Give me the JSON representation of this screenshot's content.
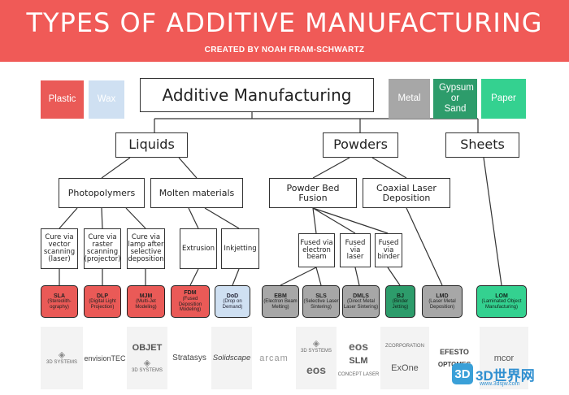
{
  "header": {
    "title": "TYPES OF ADDITIVE MANUFACTURING",
    "subtitle": "CREATED BY NOAH FRAM-SCHWARTZ",
    "background_color": "#f05a57"
  },
  "legend": {
    "plastic": {
      "label": "Plastic",
      "color": "#ea5a57"
    },
    "wax": {
      "label": "Wax",
      "color": "#cfe0f2"
    },
    "metal": {
      "label": "Metal",
      "color": "#a7a7a7"
    },
    "gypsum_sand": {
      "label": "Gypsum or Sand",
      "color": "#2d9c6b"
    },
    "paper": {
      "label": "Paper",
      "color": "#34d190"
    }
  },
  "tree": {
    "root": "Additive Manufacturing",
    "categories": {
      "liquids": "Liquids",
      "powders": "Powders",
      "sheets": "Sheets"
    },
    "subcategories": {
      "photopolymers": "Photopolymers",
      "molten_materials": "Molten materials",
      "powder_bed_fusion": "Powder Bed Fusion",
      "coaxial_laser_deposition": "Coaxial Laser Deposition"
    },
    "methods": {
      "cure_vector": "Cure via vector scanning (laser)",
      "cure_raster": "Cure via raster scanning (projector)",
      "cure_lamp": "Cure via lamp after selective deposition",
      "extrusion": "Extrusion",
      "inkjetting": "Inkjetting",
      "fused_electron": "Fused via electron beam",
      "fused_laser": "Fused via laser",
      "fused_binder": "Fused via binder"
    },
    "processes": [
      {
        "abbr": "SLA",
        "full": "(Stereolith-ography)",
        "material": "plastic"
      },
      {
        "abbr": "DLP",
        "full": "(Digital Light Projection)",
        "material": "plastic"
      },
      {
        "abbr": "MJM",
        "full": "(Multi-Jet Modeling)",
        "material": "plastic"
      },
      {
        "abbr": "FDM",
        "full": "(Fused Deposition Modeling)",
        "material": "plastic"
      },
      {
        "abbr": "DoD",
        "full": "(Drop on Demand)",
        "material": "wax"
      },
      {
        "abbr": "EBM",
        "full": "(Electron Beam Melting)",
        "material": "metal"
      },
      {
        "abbr": "SLS",
        "full": "(Selective Laser Sintering)",
        "material": "metal"
      },
      {
        "abbr": "DMLS",
        "full": "(Direct Metal Laser Sintering)",
        "material": "metal"
      },
      {
        "abbr": "BJ",
        "full": "(Binder Jetting)",
        "material": "sand"
      },
      {
        "abbr": "LMD",
        "full": "(Laser Metal Deposition)",
        "material": "metal"
      },
      {
        "abbr": "LOM",
        "full": "(Laminated Object Manufacturing)",
        "material": "paper"
      }
    ]
  },
  "logos": {
    "l1": "3D SYSTEMS",
    "l2": "envisionTEC",
    "l3a": "OBJET",
    "l3b": "3D SYSTEMS",
    "l4": "Stratasys",
    "l5": "Solidscape",
    "l6": "arcam",
    "l7a": "3D SYSTEMS",
    "l7b": "eos",
    "l8a": "eos",
    "l8b": "SLM",
    "l8c": "CONCEPT LASER",
    "l9a": "ZCORPORATION",
    "l9b": "ExOne",
    "l10a": "EFESTO",
    "l10b": "OPTOMEC",
    "l11": "mcor"
  },
  "watermark": {
    "icon": "3D",
    "text": "3D世界网",
    "url": "www.3dsjw.com"
  }
}
